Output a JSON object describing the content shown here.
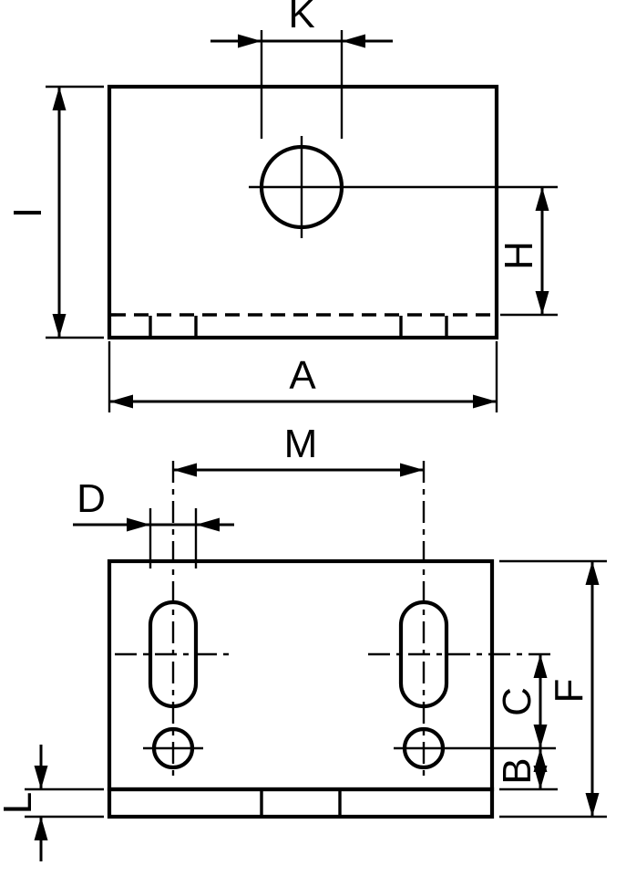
{
  "colors": {
    "background": "#ffffff",
    "line": "#000000"
  },
  "labels": {
    "K": "K",
    "I": "I",
    "H": "H",
    "A": "A",
    "M": "M",
    "D": "D",
    "C": "C",
    "B": "B",
    "F": "F",
    "L": "L"
  }
}
